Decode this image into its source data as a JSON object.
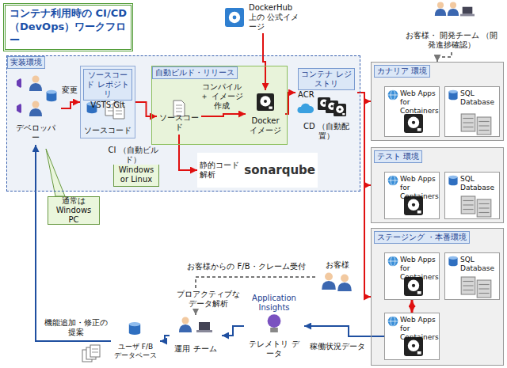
{
  "diagram": {
    "title": "コンテナ利用時の CI/CD （DevOps）ワークフロー",
    "nodes": [
      {
        "text": [
          "実装環境"
        ]
      },
      {
        "text": [
          "デベロッパー"
        ],
        "in": 0
      },
      {
        "text": [
          "ソースコード レポジトリ",
          "VSTS Git",
          "ソースコード"
        ],
        "in": 0
      },
      {
        "text": [
          "自動ビルド・リリース"
        ],
        "in": 0
      },
      {
        "text": [
          "ソースコード"
        ],
        "in": 3
      },
      {
        "text": [
          "Docker イメージ"
        ],
        "in": 3
      },
      {
        "text": [
          "コンテナ レジストリ",
          "ACR"
        ],
        "in": 0
      },
      {
        "text": [
          "静的コード 解析",
          "sonarqube"
        ],
        "in": 0
      },
      {
        "text": [
          "Windows or Linux"
        ]
      },
      {
        "text": [
          "DockerHub 上の 公式イメージ"
        ]
      },
      {
        "text": [
          "お客様・ 開発チーム （開発進捗確認）"
        ]
      },
      {
        "text": [
          "カナリア 環境"
        ]
      },
      {
        "text": [
          "Web Apps for Containers"
        ],
        "in": 11
      },
      {
        "text": [
          "SQL Database"
        ],
        "in": 11
      },
      {
        "text": [
          "テスト 環境"
        ]
      },
      {
        "text": [
          "Web Apps for Containers"
        ],
        "in": 14
      },
      {
        "text": [
          "SQL Database"
        ],
        "in": 14
      },
      {
        "text": [
          "ステージング ・本番環境"
        ]
      },
      {
        "text": [
          "Web Apps for Containers"
        ],
        "in": 17
      },
      {
        "text": [
          "SQL Database"
        ],
        "in": 17
      },
      {
        "text": [
          "Web Apps for Containers"
        ],
        "in": 17
      },
      {
        "text": [
          "通常は Windows PC"
        ]
      },
      {
        "text": [
          "お客様"
        ]
      },
      {
        "text": [
          "Application Insights",
          "テレメトリ データ"
        ]
      },
      {
        "text": [
          "運用 チーム"
        ]
      },
      {
        "text": [
          "ユーザ F/B データベース"
        ]
      }
    ],
    "edges": [
      {
        "from": 1,
        "to": 2,
        "label": "変更",
        "arrow": "to"
      },
      {
        "from": 2,
        "to": 4,
        "label": "CI （自動ビルド）",
        "arrow": "to"
      },
      {
        "from": 9,
        "to": 5,
        "arrow": "to"
      },
      {
        "from": 4,
        "to": 5,
        "label": "コンパイル＋ イメージ作成",
        "arrow": "to"
      },
      {
        "from": 4,
        "to": 7,
        "arrow": "to"
      },
      {
        "from": 5,
        "to": 6,
        "arrow": "to"
      },
      {
        "from": 6,
        "to": 11,
        "label": "CD （自動配置）",
        "arrow": "to"
      },
      {
        "from": 6,
        "to": 14,
        "arrow": "to"
      },
      {
        "from": 6,
        "to": 17,
        "arrow": "to"
      },
      {
        "from": 10,
        "to": 11,
        "arrow": "to"
      },
      {
        "from": 18,
        "to": 20,
        "arrow": "both"
      },
      {
        "from": 20,
        "to": 23,
        "label": "稼働状況データ",
        "arrow": "to"
      },
      {
        "from": 23,
        "to": 24,
        "label": "プロアクティブな データ解析",
        "arrow": "to"
      },
      {
        "from": 22,
        "to": 24,
        "label": "お客様からの F/B・クレーム受付",
        "arrow": "to"
      },
      {
        "from": 24,
        "to": 25,
        "arrow": "to"
      },
      {
        "from": 25,
        "to": 1,
        "label": "機能追加・修正の提案",
        "arrow": "to"
      }
    ]
  }
}
